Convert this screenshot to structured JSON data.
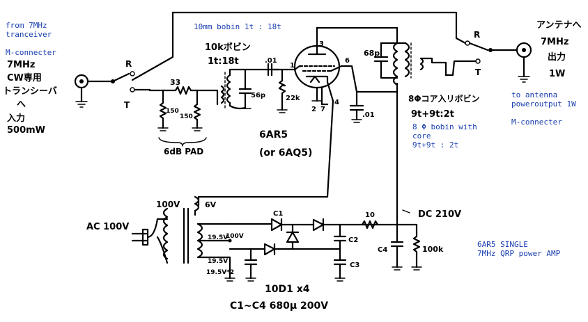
{
  "notes": {
    "from_7mhz": "from 7MHz",
    "tranceiver": "tranceiver",
    "m_connecter_left": "M-connecter",
    "bobin_note": "10mm bobin 1t : 18t",
    "bobin_8phi_1": "8 Φ bobin with",
    "bobin_8phi_2": "core",
    "bobin_8phi_3": "9t+9t : 2t",
    "to_antenna": "to antenna",
    "poweroutput": "poweroutput 1W",
    "m_connecter_right": "M-connecter",
    "amp_title_1": "6AR5 SINGLE",
    "amp_title_2": "7MHz QRP power AMP"
  },
  "handwritten": {
    "jp_7mhz_left": "7MHz",
    "jp_cw": "CW専用",
    "jp_transceiver": "トランシーバ",
    "jp_he": "へ",
    "jp_input": "入力",
    "jp_500mw": "500mW",
    "r_left": "R",
    "t_left": "T",
    "r_right": "R",
    "t_right": "T",
    "r33": "33",
    "r150a": "150",
    "r150b": "150",
    "pad": "6dB PAD",
    "bobin_10k": "10kボビン",
    "ratio": "1t:18t",
    "c01_top": ".01",
    "c56p": "56p",
    "r22k": "22k",
    "tube": "6AR5",
    "tube_alt": "(or 6AQ5)",
    "c68p": "68p",
    "c01_b": ".01",
    "bobin_8phi_jp": "8Φコア入リボビン",
    "ratio_out": "9t+9t:2t",
    "jp_antenna": "アンテナへ",
    "jp_7mhz_right": "7MHz",
    "jp_output": "出力",
    "jp_1w": "1W",
    "ac100v": "AC 100V",
    "t100v": "100V",
    "h6v": "6V",
    "s195v_a": "19.5V",
    "s100v": "100V",
    "s195v_b": "19.5V",
    "s195v_note": "19.5V*2",
    "c1": "C1",
    "c2": "C2",
    "c3": "C3",
    "c4": "C4",
    "r10": "10",
    "dc210v": "DC 210V",
    "r100k": "100k",
    "diodes": "10D1 x4",
    "caps": "C1~C4 680μ 200V",
    "pin3": "3",
    "pin6": "6",
    "pin2": "2",
    "pin4": "4",
    "pin1": "1",
    "pin7": "7"
  }
}
